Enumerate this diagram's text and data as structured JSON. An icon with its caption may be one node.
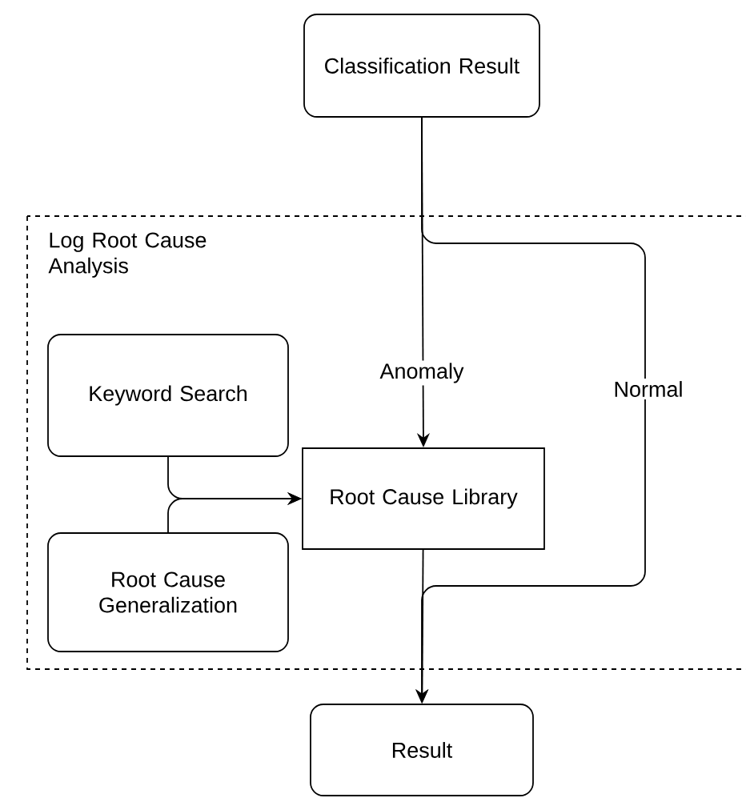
{
  "diagram": {
    "nodes": [
      {
        "text": [
          "Log Root Cause Analysis"
        ]
      },
      {
        "text": [
          "Classification Result"
        ]
      },
      {
        "text": [
          "Keyword Search"
        ],
        "in": 0
      },
      {
        "text": [
          "Root Cause Generalization"
        ],
        "in": 0
      },
      {
        "text": [
          "Root Cause Library"
        ],
        "in": 0
      },
      {
        "text": [
          "Result"
        ]
      }
    ],
    "edges": [
      {
        "from": 1,
        "to": 4,
        "arrow": "to",
        "label": "Anomaly"
      },
      {
        "from": 1,
        "to": 5,
        "arrow": "to",
        "label": "Normal"
      },
      {
        "from": 4,
        "to": 5,
        "arrow": "to"
      },
      {
        "from": 2,
        "to": 4,
        "arrow": "to"
      },
      {
        "from": 3,
        "to": 4,
        "arrow": "to"
      }
    ]
  }
}
